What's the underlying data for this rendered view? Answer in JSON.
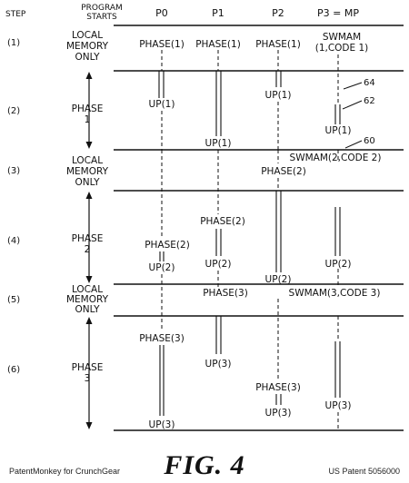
{
  "header": {
    "step": "STEP",
    "program_starts": [
      "PROGRAM",
      "STARTS"
    ],
    "processors": [
      "P0",
      "P1",
      "P2",
      "P3 = MP"
    ]
  },
  "steps": [
    {
      "num": "(1)",
      "label": [
        "LOCAL",
        "MEMORY",
        "ONLY"
      ]
    },
    {
      "num": "(2)",
      "label": [
        "PHASE",
        "1"
      ]
    },
    {
      "num": "(3)",
      "label": [
        "LOCAL",
        "MEMORY",
        "ONLY"
      ]
    },
    {
      "num": "(4)",
      "label": [
        "PHASE",
        "2"
      ]
    },
    {
      "num": "(5)",
      "label": [
        "LOCAL",
        "MEMORY",
        "ONLY"
      ]
    },
    {
      "num": "(6)",
      "label": [
        "PHASE",
        "3"
      ]
    }
  ],
  "labels": [
    "PHASE(1)",
    "PHASE(1)",
    "PHASE(1)",
    "SWMAM",
    "(1,CODE 1)",
    "UP(1)",
    "UP(1)",
    "UP(1)",
    "UP(1)",
    "SWMAM(2,CODE 2)",
    "PHASE(2)",
    "PHASE(2)",
    "PHASE(2)",
    "UP(2)",
    "UP(2)",
    "UP(2)",
    "UP(2)",
    "PHASE(3)",
    "SWMAM(3,CODE 3)",
    "PHASE(3)",
    "UP(3)",
    "PHASE(3)",
    "UP(3)",
    "UP(3)",
    "UP(3)"
  ],
  "refs": [
    "64",
    "62",
    "60"
  ],
  "figure_title": "FIG. 4",
  "footer": {
    "left": "PatentMonkey for CrunchGear",
    "right": "US Patent 5056000"
  }
}
